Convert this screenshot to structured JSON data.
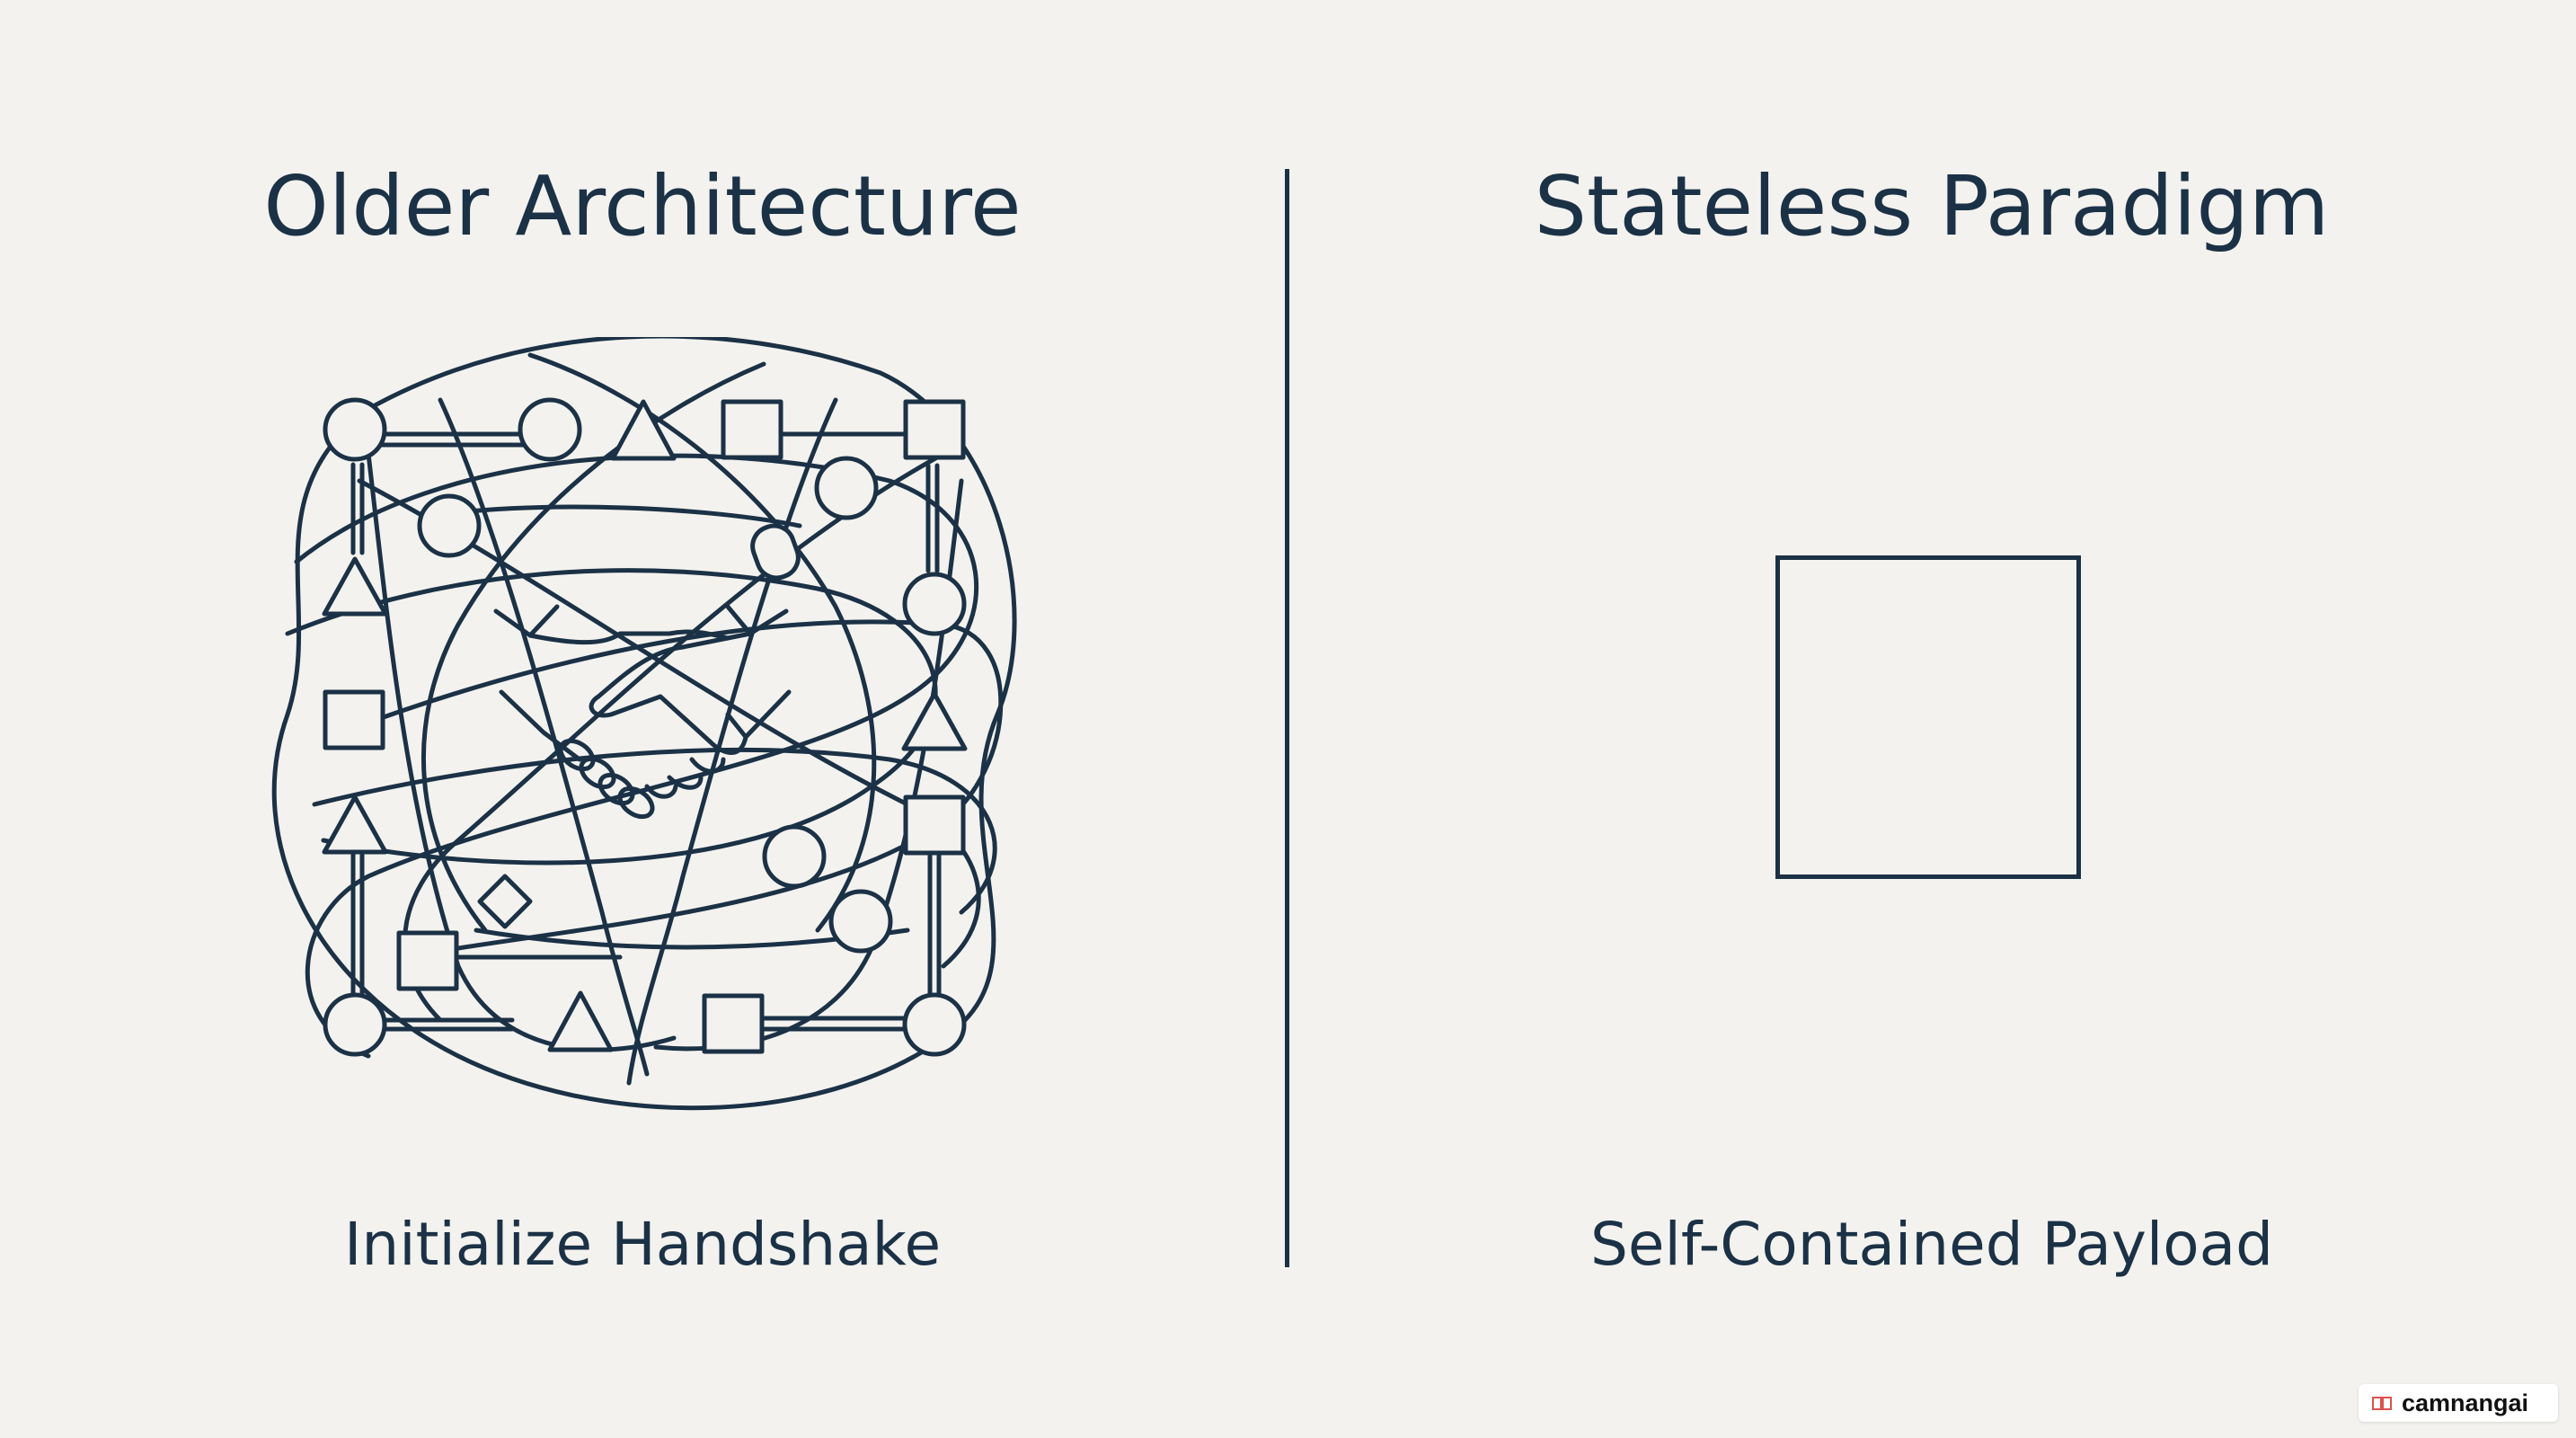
{
  "left_panel": {
    "title": "Older Architecture",
    "caption": "Initialize Handshake",
    "illustration_icon": "handshake-icon"
  },
  "right_panel": {
    "title": "Stateless Paradigm",
    "caption": "Self-Contained Payload",
    "illustration_icon": "square-icon"
  },
  "watermark": {
    "text": "camnangai",
    "icon": "book-icon"
  },
  "colors": {
    "background": "#f3f2ee",
    "ink": "#1b3146"
  }
}
